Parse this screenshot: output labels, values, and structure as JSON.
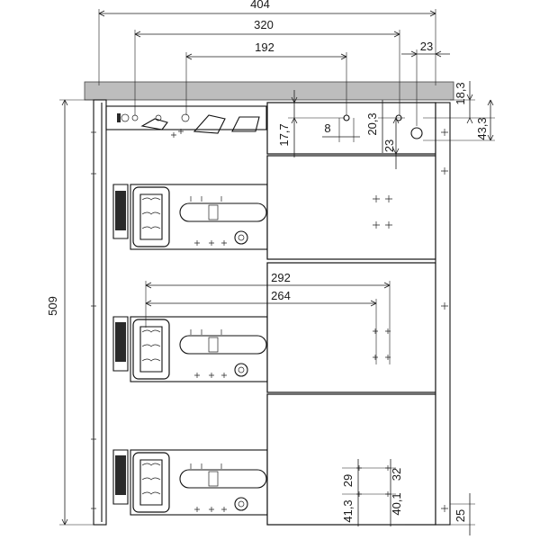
{
  "dimensions": {
    "cabinet_width": "404",
    "slide_span": "320",
    "hole_span": "192",
    "side_offset": "23",
    "top_offset": "18,3",
    "hole_offset_43": "43,3",
    "hole_vertical": "17,7",
    "hole_pitch_8": "8",
    "hole_20": "20,3",
    "hole_23_small": "23",
    "cabinet_height": "509",
    "depth_292": "292",
    "depth_264": "264",
    "bottom_29": "29",
    "bottom_41": "41,3",
    "bottom_32": "32",
    "bottom_40": "40,1",
    "bottom_25": "25"
  },
  "colors": {
    "line": "#1a1a1a",
    "worktop": "#bdbdbd",
    "panel": "#ffffff"
  }
}
